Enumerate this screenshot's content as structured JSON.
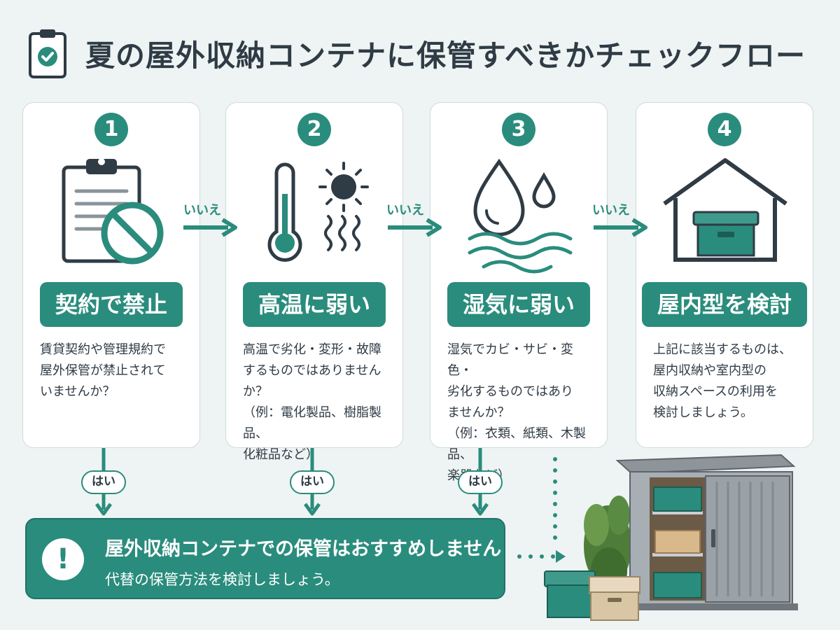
{
  "header": {
    "title": "夏の屋外収納コンテナに保管すべきかチェックフロー",
    "icon": "clipboard-check-icon"
  },
  "steps": [
    {
      "number": "1",
      "icon": "clipboard-prohibited-icon",
      "label": "契約で禁止",
      "description": "賃貸契約や管理規約で\n屋外保管が禁止されて\nいませんか？"
    },
    {
      "number": "2",
      "icon": "thermometer-sun-icon",
      "label": "高温に弱い",
      "description": "高温で劣化・変形・故障\nするものではありませんか？\n（例：電化製品、樹脂製品、\n化粧品など）"
    },
    {
      "number": "3",
      "icon": "water-drop-wave-icon",
      "label": "湿気に弱い",
      "description": "湿気でカビ・サビ・変色・\n劣化するものではあり\nませんか？\n（例：衣類、紙類、木製品、\n楽器など）"
    },
    {
      "number": "4",
      "icon": "house-box-icon",
      "label": "屋内型を検討",
      "description": "上記に該当するものは、\n屋内収納や室内型の\n収納スペースの利用を\n検討しましょう。"
    }
  ],
  "connectors": {
    "no_label": "いいえ",
    "yes_label": "はい"
  },
  "result": {
    "icon": "exclamation-icon",
    "title": "屋外収納コンテナでの保管はおすすめしません",
    "subtitle": "代替の保管方法を検討しましょう。"
  },
  "illustration": {
    "icon": "storage-shed-icon"
  },
  "colors": {
    "accent": "#2a8c7d",
    "text": "#2f3b45",
    "background": "#eef4f3"
  }
}
